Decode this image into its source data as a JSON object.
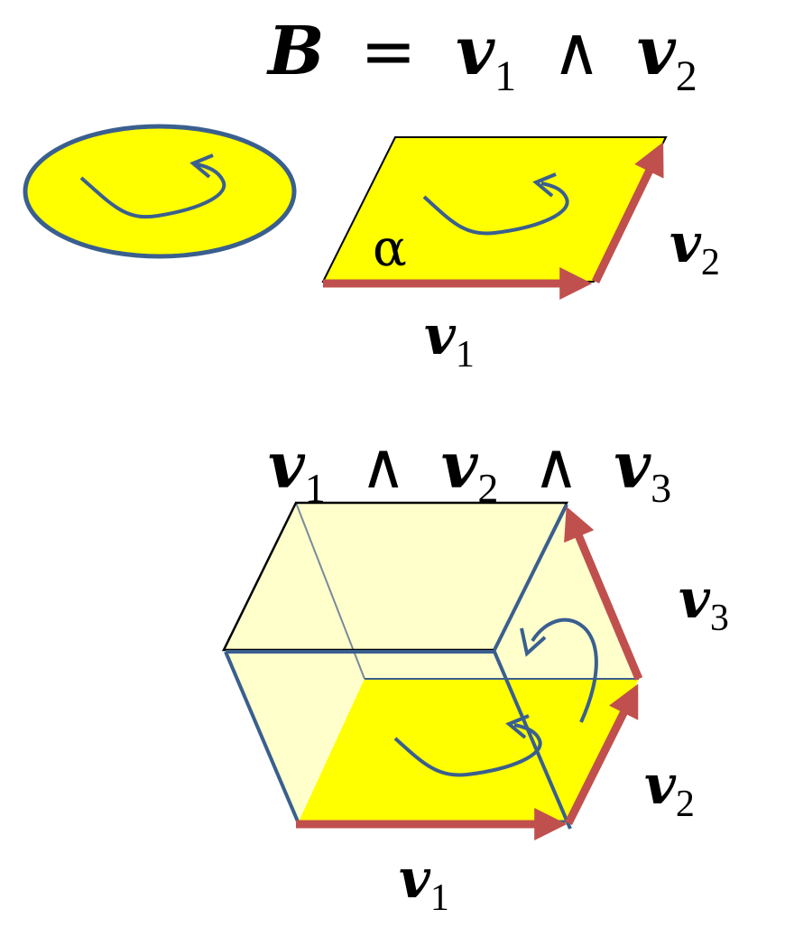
{
  "title": {
    "B": "B",
    "eq": "=",
    "v": "v",
    "one": "1",
    "wedge": "∧",
    "two": "2"
  },
  "alpha": "α",
  "labels": {
    "v": "v",
    "sub1": "1",
    "sub2": "2",
    "sub3": "3"
  },
  "trivector": {
    "v": "v",
    "one": "1",
    "two": "2",
    "three": "3",
    "wedge": "∧"
  },
  "colors": {
    "fill": "#ffff00",
    "fill_light": "#ffffcc",
    "edge": "#3a5f8f",
    "arrow": "#c0504d",
    "line": "#000000"
  },
  "icons": [
    "circulation-arrow-icon",
    "vector-arrow-icon"
  ]
}
